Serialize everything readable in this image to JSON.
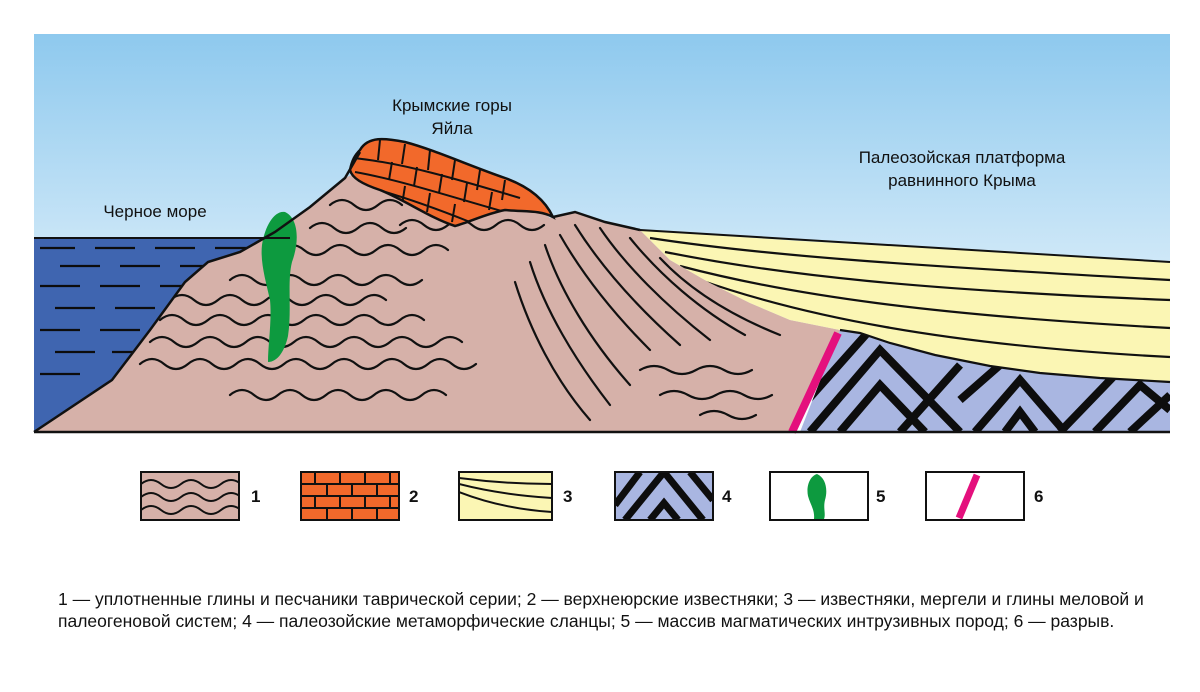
{
  "labels": {
    "mountains_line1": "Крымские горы",
    "mountains_line2": "Яйла",
    "sea": "Черное море",
    "platform_line1": "Палеозойская платформа",
    "platform_line2": "равнинного Крыма"
  },
  "legend": [
    {
      "number": "1",
      "pattern": "folded-clays-sandstones",
      "color": "#d6b1a9"
    },
    {
      "number": "2",
      "pattern": "limestone-bricks",
      "color": "#f2692b"
    },
    {
      "number": "3",
      "pattern": "layered-limestones-marls",
      "color": "#fbf6b4"
    },
    {
      "number": "4",
      "pattern": "metamorphic-chevrons",
      "color": "#a9b6e1"
    },
    {
      "number": "5",
      "pattern": "intrusive-massif",
      "color": "#0d9a3f"
    },
    {
      "number": "6",
      "pattern": "fault",
      "color": "#e4107d"
    }
  ],
  "caption": "1 — уплотненные глины и песчаники таврической серии; 2 — верхнеюрские известняки; 3 — известняки, мергели и глины меловой и палеогеновой систем; 4 — палеозойские метаморфические сланцы; 5 — массив магматических интрузивных пород; 6 — разрыв.",
  "colors": {
    "sky_top": "#8ec9ee",
    "sky_bottom": "#ffffff",
    "sea": "#3f65b0",
    "rock": "#d6b1a9",
    "limestone": "#f2692b",
    "yellow": "#fbf6b4",
    "schist": "#a9b6e1",
    "intrusion": "#0d9a3f",
    "fault": "#e4107d"
  }
}
